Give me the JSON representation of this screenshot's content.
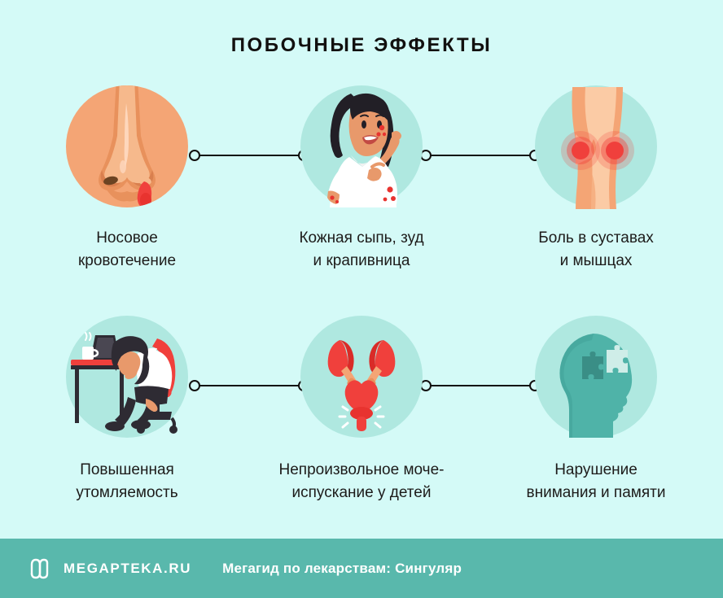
{
  "page": {
    "title": "ПОБОЧНЫЕ ЭФФЕКТЫ",
    "background_color": "#D4FAF7",
    "title_color": "#12100F"
  },
  "items": [
    {
      "id": "nosebleed",
      "label": "Носовое\nкровотечение",
      "icon": "nose-bleeding-icon",
      "circle_color": "#F4A575"
    },
    {
      "id": "skin-rash",
      "label": "Кожная сыпь, зуд\nи крапивница",
      "icon": "woman-skin-rash-icon",
      "circle_color": "#AFE8E0"
    },
    {
      "id": "joint-pain",
      "label": "Боль в суставах\nи мышцах",
      "icon": "knee-joint-pain-icon",
      "circle_color": "#AFE8E0"
    },
    {
      "id": "fatigue",
      "label": "Повышенная\nутомляемость",
      "icon": "tired-woman-desk-icon",
      "circle_color": "#AFE8E0"
    },
    {
      "id": "enuresis",
      "label": "Непроизвольное моче-\nиспускание у детей",
      "icon": "kidneys-bladder-icon",
      "circle_color": "#AFE8E0"
    },
    {
      "id": "attention-memory",
      "label": "Нарушение\nвнимания и памяти",
      "icon": "head-puzzle-memory-icon",
      "circle_color": "#AFE8E0"
    }
  ],
  "footer": {
    "logo_icon": "megapteka-m-logo-icon",
    "brand": "MEGAPTEKA.RU",
    "subtitle": "Мегагид по лекарствам: Сингуляр",
    "background_color": "#59B8AC",
    "text_color": "#FFFFFF"
  },
  "connectors": {
    "count": 4,
    "line_color": "#12100F",
    "endpoint_style": "open-circle"
  }
}
